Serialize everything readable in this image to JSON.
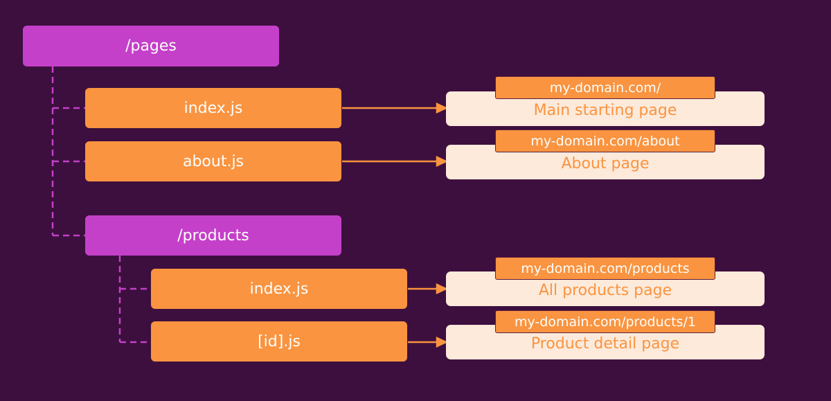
{
  "colors": {
    "background": "#3d0f3f",
    "folder": "#c540c9",
    "file": "#fa9441",
    "result_bg": "#fdeadb",
    "result_text": "#fa9441"
  },
  "tree": {
    "root": {
      "label": "/pages"
    },
    "pages_files": [
      {
        "file": "index.js",
        "url": "my-domain.com/",
        "description": "Main starting page"
      },
      {
        "file": "about.js",
        "url": "my-domain.com/about",
        "description": "About page"
      }
    ],
    "subfolder": {
      "label": "/products"
    },
    "products_files": [
      {
        "file": "index.js",
        "url": "my-domain.com/products",
        "description": "All products page"
      },
      {
        "file": "[id].js",
        "url": "my-domain.com/products/1",
        "description": "Product detail page"
      }
    ]
  }
}
